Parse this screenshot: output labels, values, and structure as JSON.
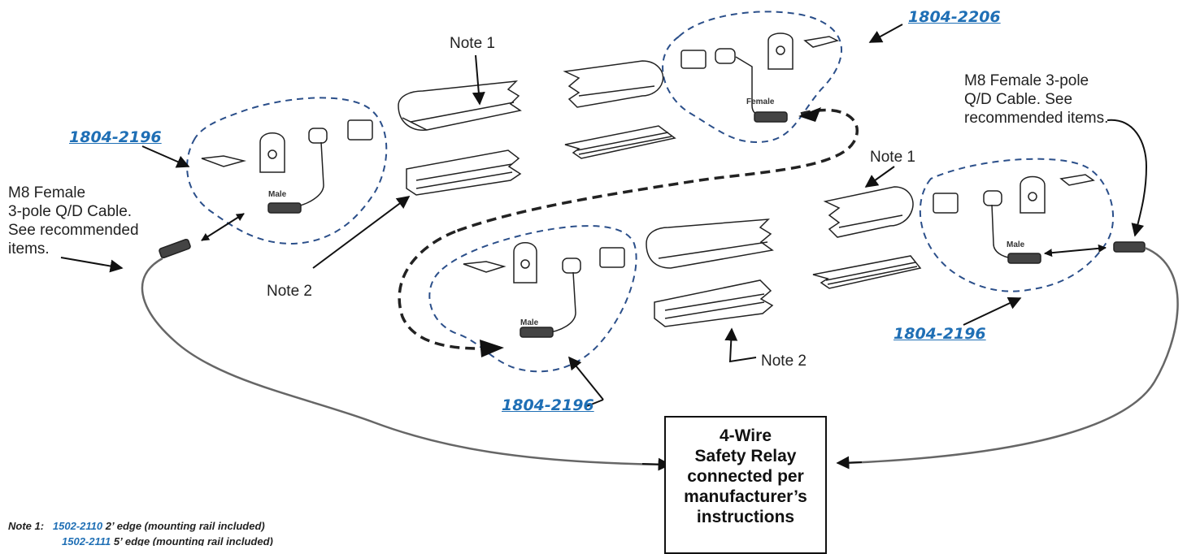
{
  "kits": {
    "top": "1804-2206",
    "left": "1804-2196",
    "middle": "1804-2196",
    "right": "1804-2196"
  },
  "notes": {
    "note1_top": "Note 1",
    "note1_right": "Note 1",
    "note2_left": "Note 2",
    "note2_middle": "Note 2"
  },
  "polarity": {
    "top_female": "Female",
    "left_male": "Male",
    "middle_male": "Male",
    "right_male": "Male"
  },
  "cable_left": {
    "line1": "M8 Female",
    "line2": "3-pole Q/D Cable.",
    "line3": "See recommended",
    "line4": "items."
  },
  "cable_right": {
    "line1": "M8 Female 3-pole",
    "line2": "Q/D Cable. See",
    "line3": "recommended items."
  },
  "relay": {
    "line1": "4-Wire",
    "line2": "Safety Relay",
    "line3": "connected per",
    "line4": "manufacturer’s",
    "line5": "instructions"
  },
  "footnotes": {
    "label": "Note 1:",
    "item1_pn": "1502-2110",
    "item1_text": "2’ edge (mounting rail included)",
    "item2_pn": "1502-2111",
    "item2_text": "5’ edge (mounting rail included)"
  },
  "colors": {
    "link": "#1f6fb5",
    "dash": "#2b4f8a",
    "line": "#222222"
  }
}
